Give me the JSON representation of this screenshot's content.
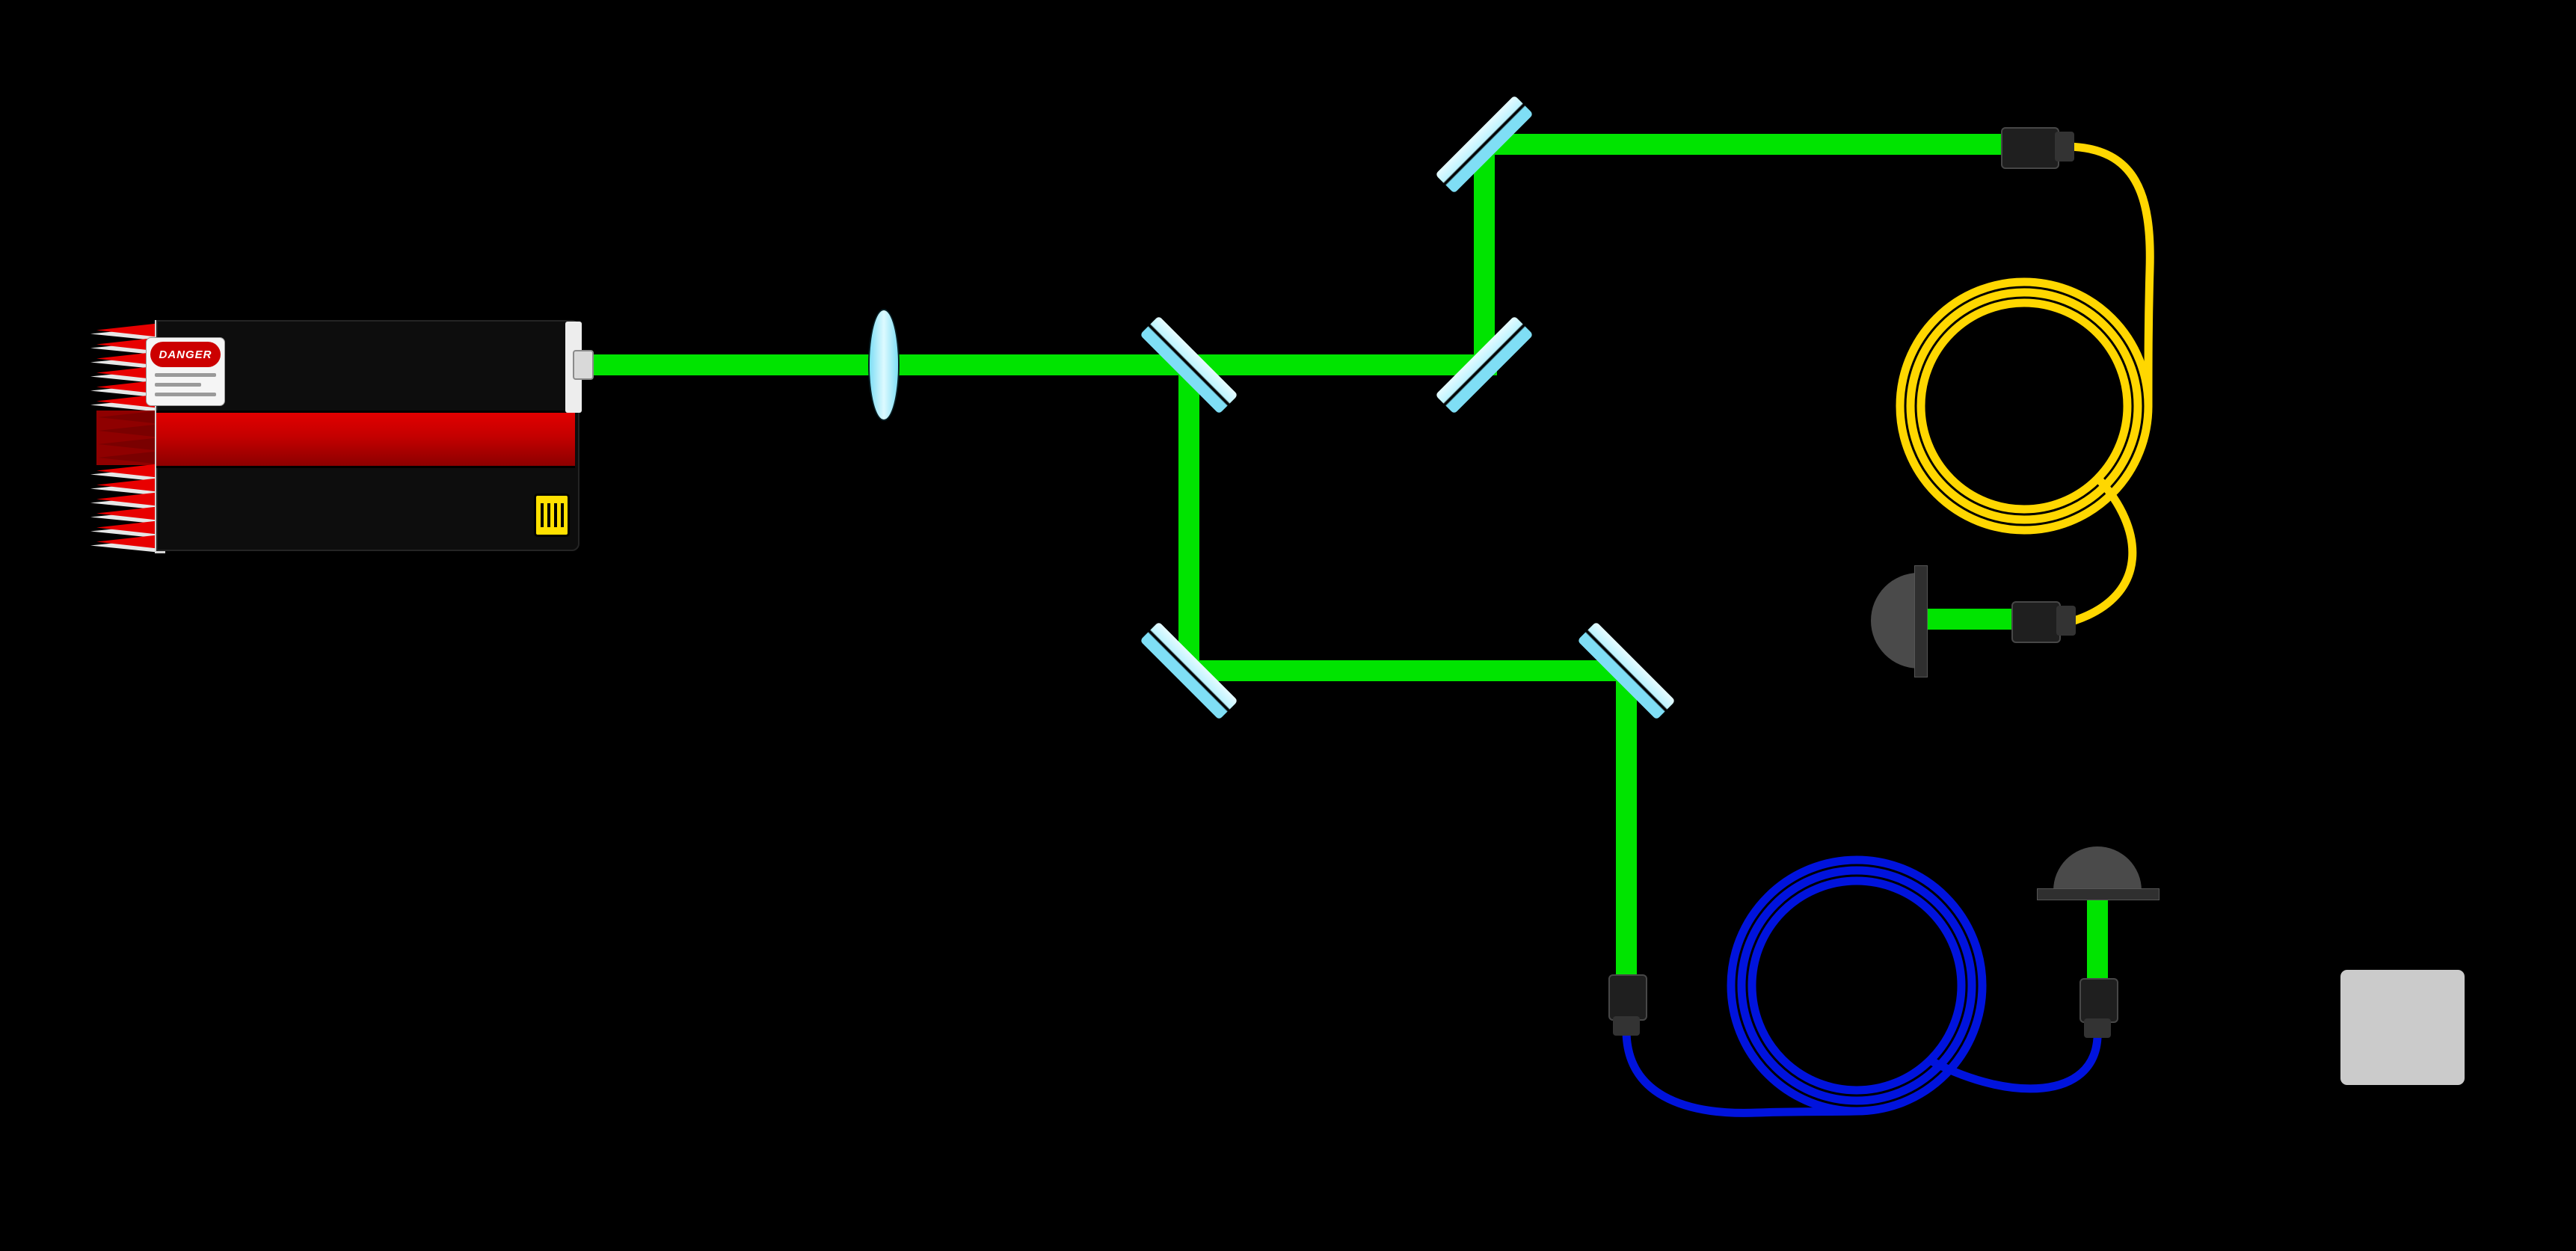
{
  "scene": {
    "danger_label_text": "DANGER"
  },
  "colors": {
    "background": "#000000",
    "beam_green": "#00e400",
    "optic_cyan": "#bef4ff",
    "optic_cyan_dark": "#7fdef5",
    "fiber_yellow": "#ffd700",
    "fiber_blue": "#0013dd",
    "connector_black": "#1f1f1f",
    "connector_edge": "#474747",
    "connector_boot": "#333333",
    "mount_gray": "#4a4a4a",
    "detector_gray": "#cbcbcb",
    "laser_body_black": "#0d0d0d",
    "laser_stripe_red": "#c40000",
    "fin_red": "#e80000",
    "fin_backing_white": "#e6e6e6",
    "label_yellow": "#ffe000",
    "danger_red": "#cc0000",
    "sticker_white": "#f5f5f5"
  },
  "components": [
    {
      "name": "laser-head"
    },
    {
      "name": "focusing-lens"
    },
    {
      "name": "beamsplitter-1"
    },
    {
      "name": "beamsplitter-2"
    },
    {
      "name": "mirror-top"
    },
    {
      "name": "mirror-lower-left"
    },
    {
      "name": "mirror-lower-right"
    },
    {
      "name": "fiber-coupler-yellow-in"
    },
    {
      "name": "yellow-fiber-coil"
    },
    {
      "name": "fiber-coupler-yellow-out"
    },
    {
      "name": "collimator-mount-yellow"
    },
    {
      "name": "fiber-coupler-blue-in"
    },
    {
      "name": "blue-fiber-coil"
    },
    {
      "name": "fiber-coupler-blue-out"
    },
    {
      "name": "collimator-mount-blue"
    },
    {
      "name": "detector-target"
    }
  ]
}
